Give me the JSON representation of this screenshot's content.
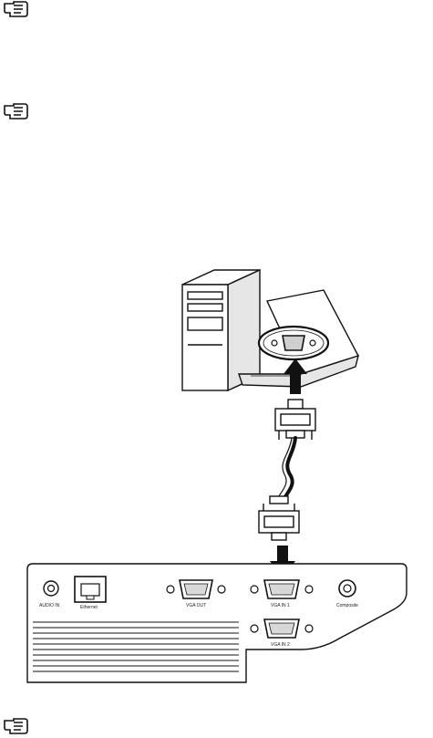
{
  "notes": [
    {
      "icon": "pointing-hand-icon"
    },
    {
      "icon": "pointing-hand-icon"
    },
    {
      "icon": "pointing-hand-icon"
    }
  ],
  "ports": {
    "audio_in": "AUDIO IN",
    "ethernet": "Ethernet",
    "vga_out": "VGA OUT",
    "vga_in_1": "VGA IN 1",
    "vga_in_2": "VGA IN 2",
    "composite": "Composite"
  },
  "colors": {
    "line": "#111111",
    "fill": "#ffffff",
    "shade": "#e6e6e6"
  }
}
